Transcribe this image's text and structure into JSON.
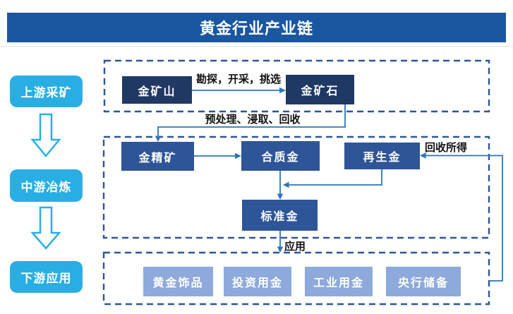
{
  "title": "黄金行业产业链",
  "colors": {
    "banner": "#1B56A0",
    "stage": "#29AEE4",
    "node_dark": "#1F3864",
    "node_medium": "#2E5597",
    "node_light": "#8EA9DB",
    "line": "#2E74B5",
    "dash_border": "#2E5597",
    "label_text": "#111111"
  },
  "stages": {
    "upstream": "上游采矿",
    "midstream": "中游冶炼",
    "downstream": "下游应用"
  },
  "nodes": {
    "gold_mine": "金矿山",
    "gold_ore": "金矿石",
    "gold_concentrate": "金精矿",
    "alloy_gold": "合质金",
    "recycled_gold": "再生金",
    "standard_gold": "标准金"
  },
  "applications": [
    "黄金饰品",
    "投资用金",
    "工业用金",
    "央行储备"
  ],
  "edge_labels": {
    "mine_to_ore": "勘探，开采，挑选",
    "ore_to_concentrate": "预处理、浸取、回收",
    "recycle_source": "回收所得",
    "application": "应用"
  }
}
